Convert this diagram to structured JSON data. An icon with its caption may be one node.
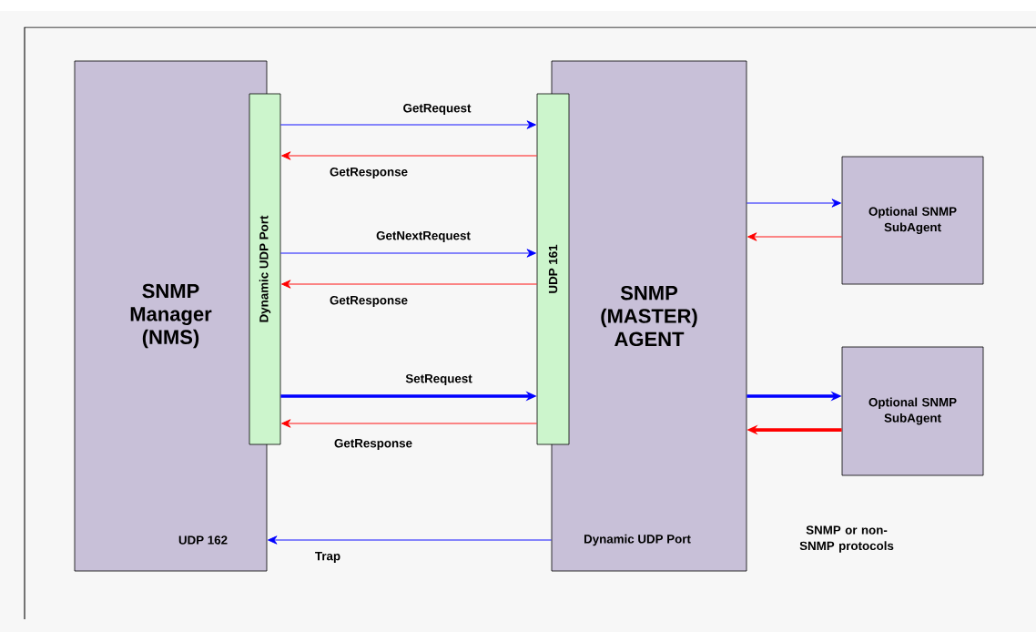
{
  "diagram": {
    "nodes": [
      {
        "text": [
          "SNMP Manager (NMS)",
          "UDP 162"
        ]
      },
      {
        "text": [
          "Dynamic UDP Port"
        ]
      },
      {
        "text": [
          "SNMP (MASTER) AGENT",
          "Dynamic UDP Port"
        ]
      },
      {
        "text": [
          "UDP 161"
        ]
      },
      {
        "text": [
          "Optional SNMP SubAgent"
        ]
      },
      {
        "text": [
          "Optional SNMP SubAgent"
        ]
      }
    ],
    "edges": [
      {
        "from": 1,
        "to": 3,
        "arrow": "to",
        "label": "GetRequest"
      },
      {
        "from": 3,
        "to": 1,
        "arrow": "to",
        "label": "GetResponse",
        "color": "#ff0000"
      },
      {
        "from": 1,
        "to": 3,
        "arrow": "to",
        "label": "GetNextRequest"
      },
      {
        "from": 3,
        "to": 1,
        "arrow": "to",
        "label": "GetResponse",
        "color": "#ff0000"
      },
      {
        "from": 1,
        "to": 3,
        "arrow": "to",
        "label": "SetRequest",
        "style": "thick"
      },
      {
        "from": 3,
        "to": 1,
        "arrow": "to",
        "label": "GetResponse",
        "color": "#ff0000"
      },
      {
        "from": 2,
        "to": 0,
        "arrow": "to",
        "label": "Trap"
      },
      {
        "from": 2,
        "to": 4,
        "arrow": "to"
      },
      {
        "from": 4,
        "to": 2,
        "arrow": "to",
        "color": "#ff0000"
      },
      {
        "from": 2,
        "to": 5,
        "arrow": "to",
        "style": "thick"
      },
      {
        "from": 5,
        "to": 2,
        "arrow": "to",
        "style": "thick",
        "color": "#ff0000"
      }
    ],
    "labels": [
      "SNMP or non-SNMP protocols"
    ]
  }
}
